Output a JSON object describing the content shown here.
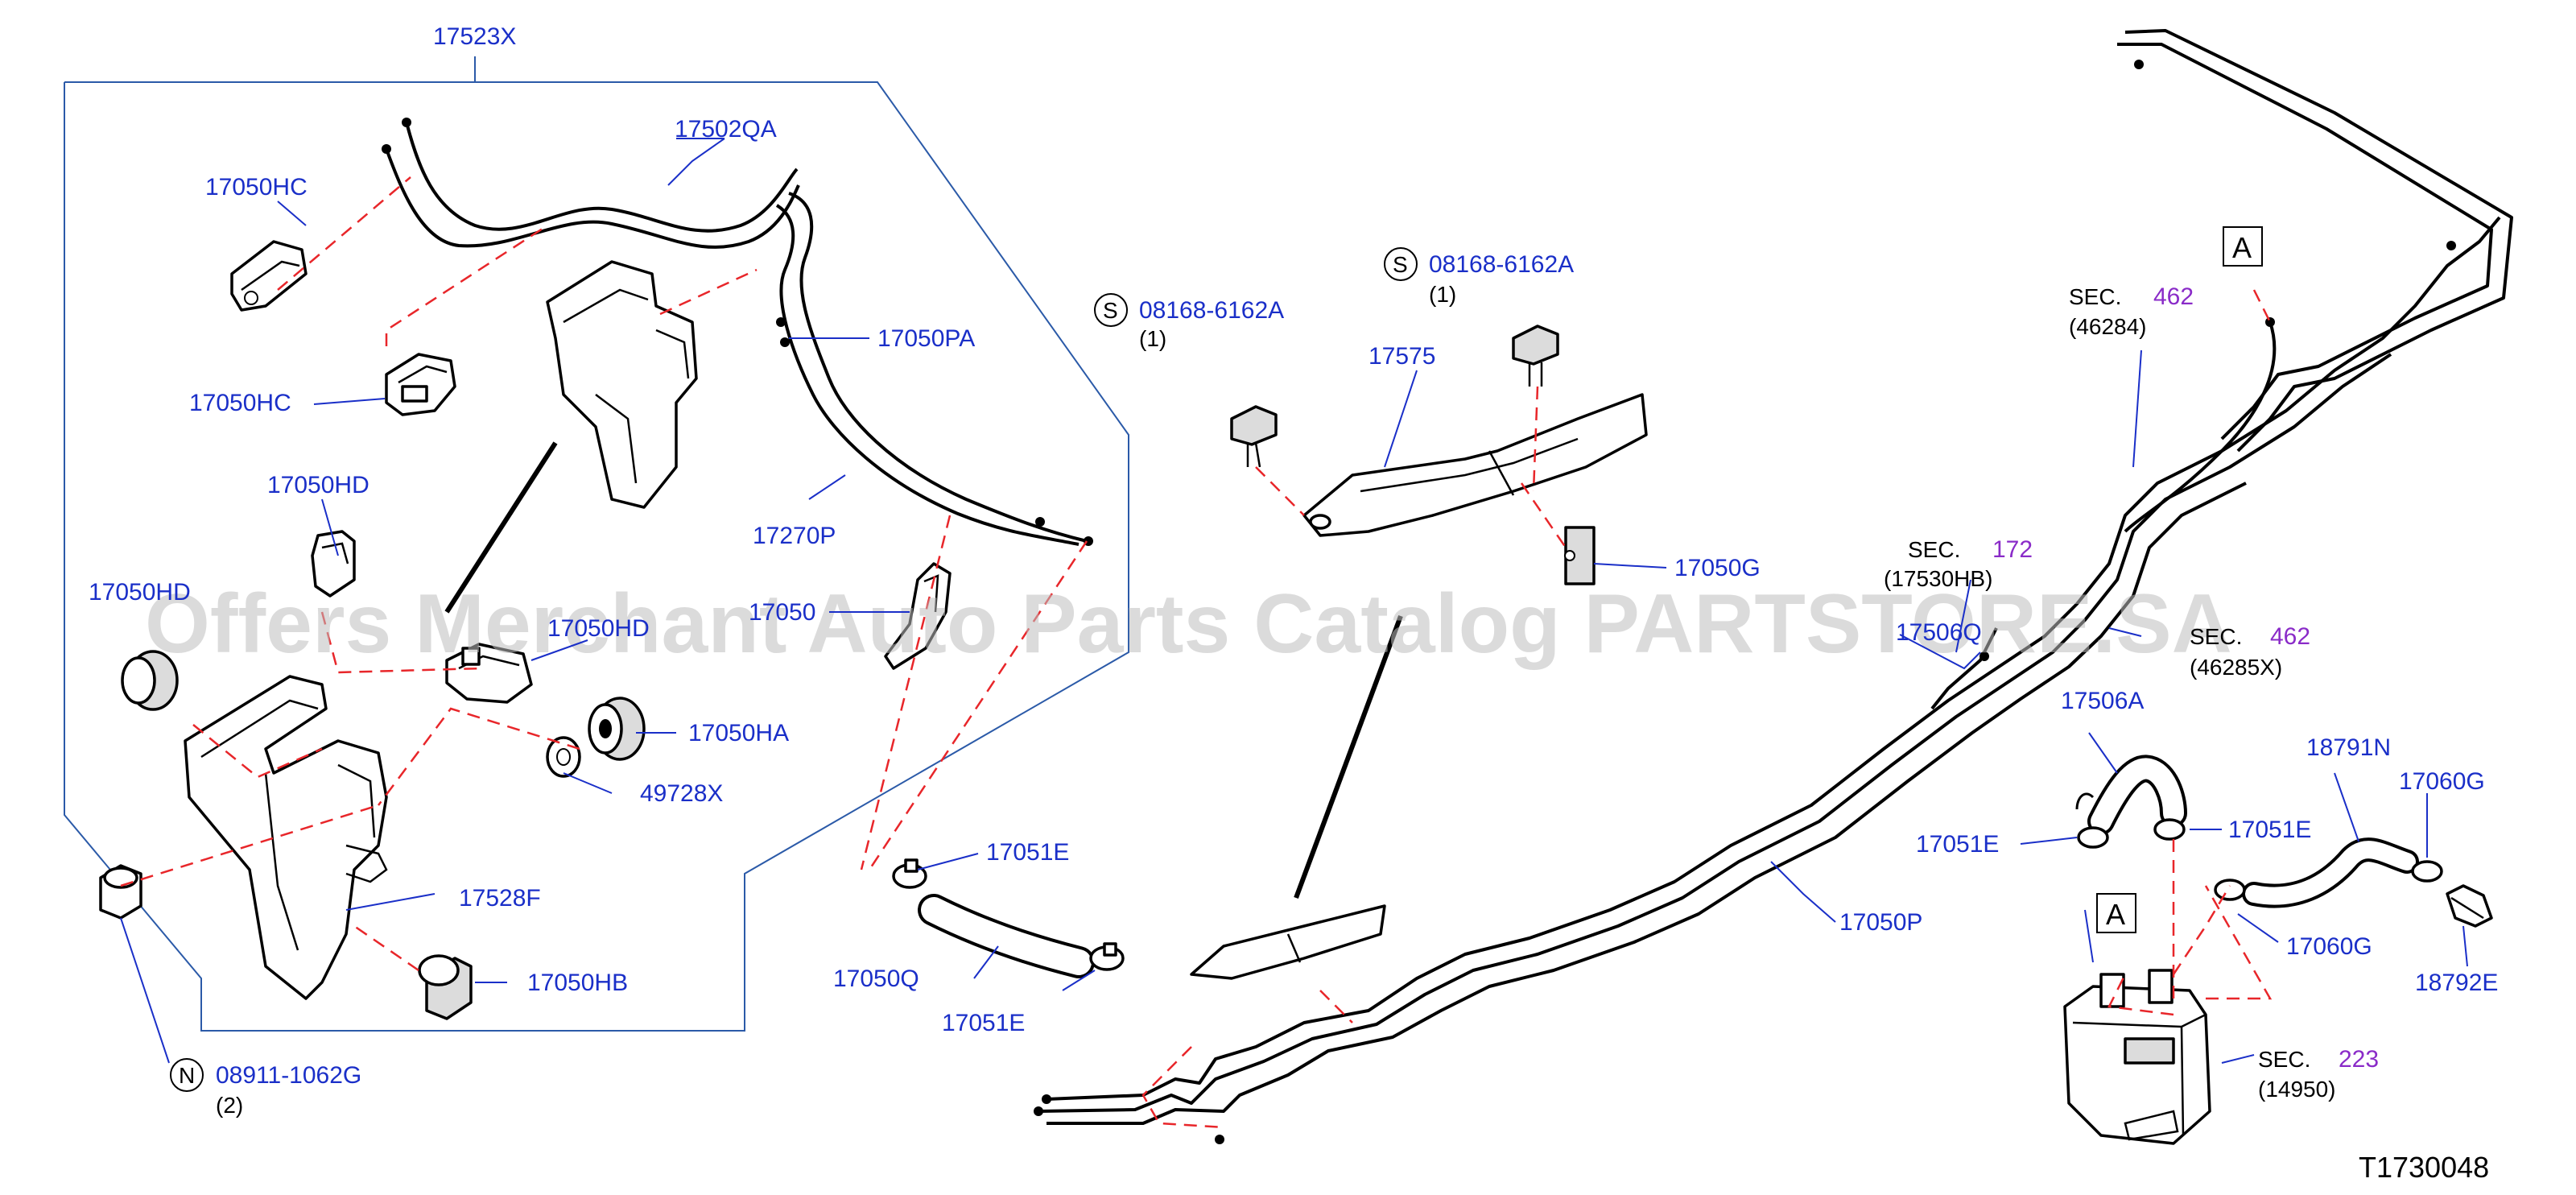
{
  "diagram": {
    "catalog_code": "T1730048",
    "watermark": "Offers Merchant Auto Parts Catalog PARTSTORE.SA",
    "part_labels": {
      "p17523X": "17523X",
      "p17502QA": "17502QA",
      "p17050HC_top": "17050HC",
      "p17050HC_mid": "17050HC",
      "p17050PA": "17050PA",
      "p17050HD_top": "17050HD",
      "p17050HD_left": "17050HD",
      "p17050HD_mid": "17050HD",
      "p17270P": "17270P",
      "p17050_mid": "17050",
      "p17050HA": "17050HA",
      "p49728X": "49728X",
      "p17528F": "17528F",
      "p17050HB": "17050HB",
      "p08911": "08911-1062G",
      "p08168_a": "08168-6162A",
      "p08168_b": "08168-6162A",
      "p17575": "17575",
      "p17050G": "17050G",
      "p17051E_a": "17051E",
      "p17050Q": "17050Q",
      "p17051E_b": "17051E",
      "p17506Q": "17506Q",
      "p17506A": "17506A",
      "p17051E_c": "17051E",
      "p17051E_d": "17051E",
      "p17050P": "17050P",
      "p18791N": "18791N",
      "p17060G_top": "17060G",
      "p17060G_bot": "17060G",
      "p18792E": "18792E"
    },
    "qty_labels": {
      "q08911": "(2)",
      "q08168_a": "(1)",
      "q08168_b": "(1)"
    },
    "symbols": {
      "n_mark": "N",
      "s_mark_a": "S",
      "s_mark_b": "S",
      "box_a_top": "A",
      "box_a_bot": "A"
    },
    "section_refs": {
      "sec_word": "SEC.",
      "sec462_top_num": "462",
      "sec462_top_sub": "(46284)",
      "sec172_num": "172",
      "sec172_sub": "(17530HB)",
      "sec462_bot_num": "462",
      "sec462_bot_sub": "(46285X)",
      "sec223_num": "223",
      "sec223_sub": "(14950)"
    },
    "colors": {
      "label_blue": "#1a2fc8",
      "section_purple": "#8a2bc8",
      "dash_red": "#e8262a",
      "outline_blue": "#2b5aa8"
    }
  }
}
